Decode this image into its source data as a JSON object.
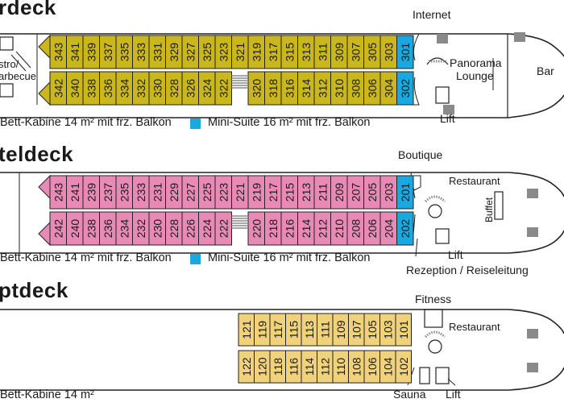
{
  "decks": [
    {
      "id": "oberdeck",
      "title": "rdeck",
      "cabin_color": "#c9b71d",
      "top_row": [
        "343",
        "341",
        "339",
        "337",
        "335",
        "333",
        "331",
        "329",
        "327",
        "325",
        "323",
        "321",
        "319",
        "317",
        "315",
        "313",
        "311",
        "309",
        "307",
        "305",
        "303"
      ],
      "bottom_row": [
        "342",
        "340",
        "338",
        "336",
        "334",
        "332",
        "330",
        "328",
        "326",
        "324",
        "322",
        "",
        "320",
        "318",
        "316",
        "314",
        "312",
        "310",
        "308",
        "306",
        "304"
      ],
      "suite_top": "301",
      "suite_bottom": "302",
      "labels": {
        "internet": "Internet",
        "panorama": "Panorama",
        "lounge": "Lounge",
        "bar": "Bar",
        "lift": "Lift",
        "bistro": "stro/",
        "barbecue": "arbecue"
      },
      "legend_cabin": "Bett-Kabine 14 m² mit frz. Balkon",
      "legend_suite": "Mini-Suite 16 m² mit frz. Balkon"
    },
    {
      "id": "mitteldeck",
      "title": "teldeck",
      "cabin_color": "#e889b6",
      "top_row": [
        "243",
        "241",
        "239",
        "237",
        "235",
        "233",
        "231",
        "229",
        "227",
        "225",
        "223",
        "221",
        "219",
        "217",
        "215",
        "213",
        "211",
        "209",
        "207",
        "205",
        "203"
      ],
      "bottom_row": [
        "242",
        "240",
        "238",
        "236",
        "234",
        "232",
        "230",
        "228",
        "226",
        "224",
        "222",
        "",
        "220",
        "218",
        "216",
        "214",
        "212",
        "210",
        "208",
        "206",
        "204"
      ],
      "suite_top": "201",
      "suite_bottom": "202",
      "labels": {
        "boutique": "Boutique",
        "restaurant": "Restaurant",
        "buffet": "Buffet",
        "lift": "Lift",
        "rezeption": "Rezeption / Reiseleitung"
      },
      "legend_cabin": "Bett-Kabine 14 m² mit frz. Balkon",
      "legend_suite": "Mini-Suite 16 m² mit frz. Balkon"
    },
    {
      "id": "hauptdeck",
      "title": "ptdeck",
      "cabin_color": "#f1d27c",
      "top_row": [
        "121",
        "119",
        "117",
        "115",
        "113",
        "111",
        "109",
        "107",
        "105",
        "103",
        "101"
      ],
      "bottom_row": [
        "122",
        "120",
        "118",
        "116",
        "114",
        "112",
        "110",
        "108",
        "106",
        "104",
        "102"
      ],
      "labels": {
        "fitness": "Fitness",
        "restaurant": "Restaurant",
        "sauna": "Sauna",
        "lift": "Lift"
      },
      "legend_cabin": "Bett-Kabine 14 m²"
    }
  ],
  "colors": {
    "suite": "#19a9e0",
    "outline": "#222222",
    "stairs": "#8a8a8a"
  }
}
